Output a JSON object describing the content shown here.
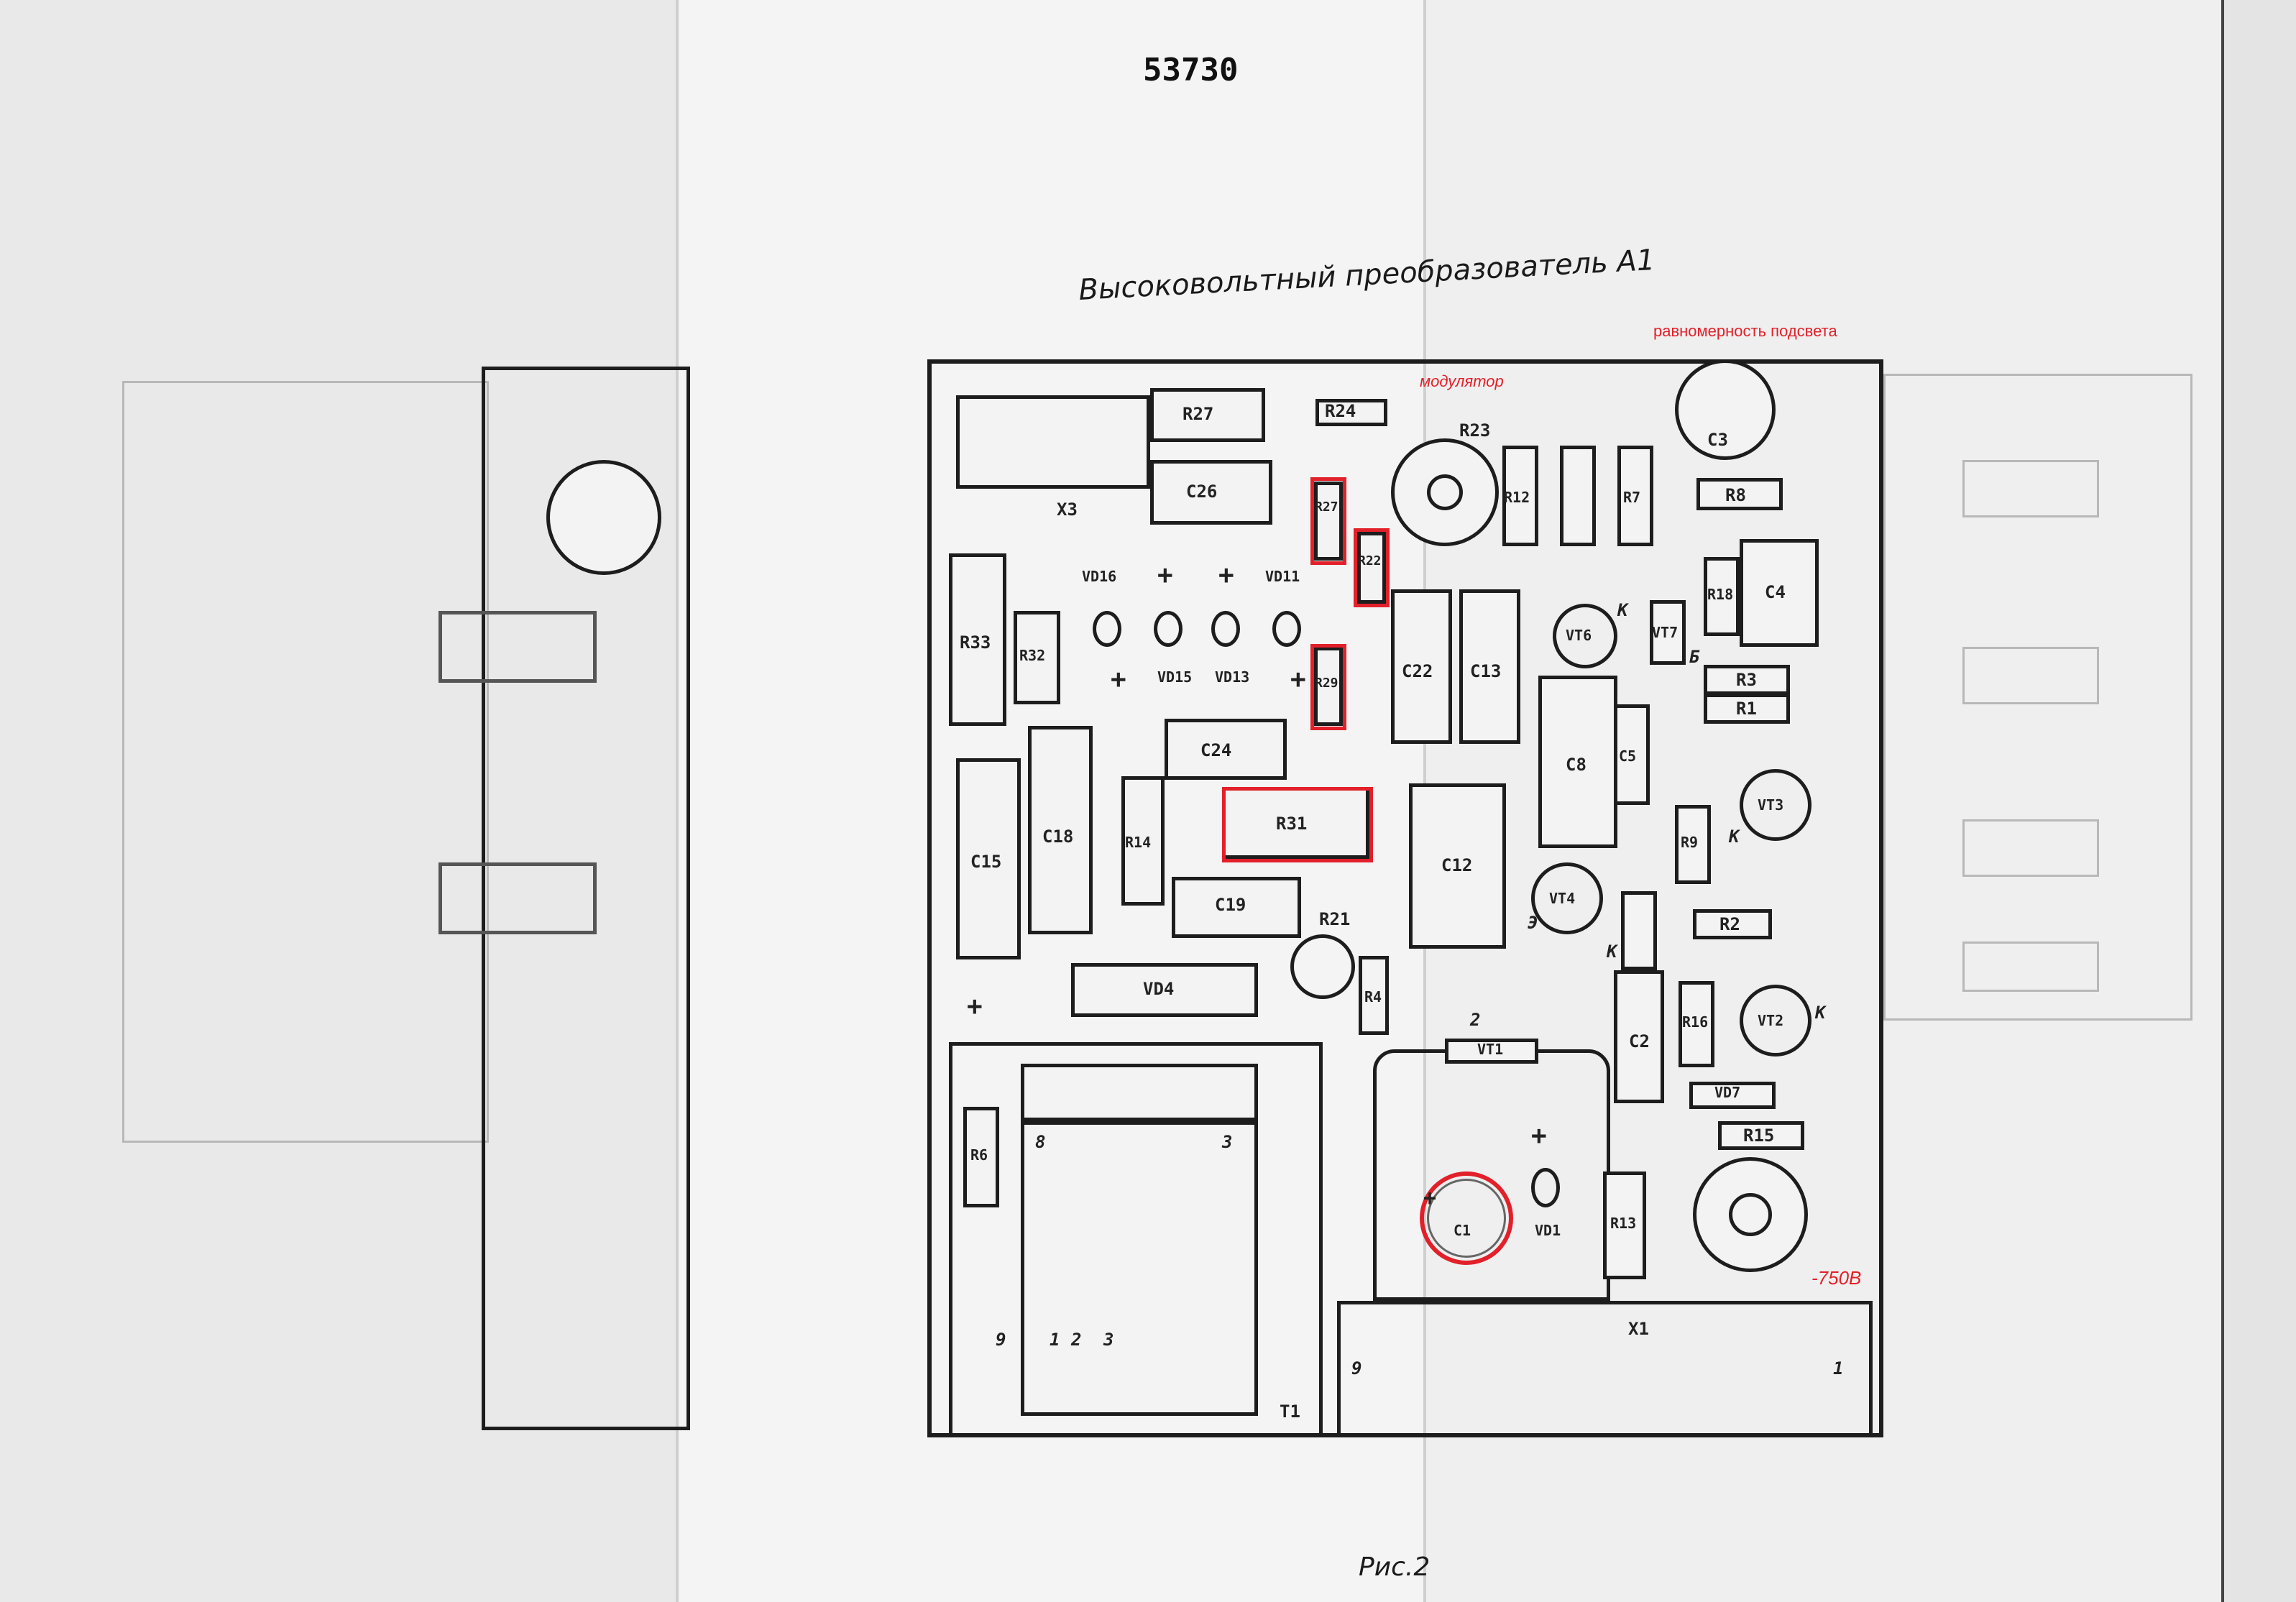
{
  "doc": {
    "page_number": "53730",
    "corner_mark": "",
    "title": "Высоковольтный преобразователь А1",
    "figure_caption": "Рис.2"
  },
  "annotations": {
    "uniformity": "равномерность подсвета",
    "modulator": "модулятор",
    "voltage": "-750В"
  },
  "colors": {
    "highlight": "#e2202a",
    "ink": "#1d1d1d",
    "paper": "#efefef"
  },
  "components": {
    "R24": "R24",
    "R27": "R27",
    "C26": "C26",
    "X3": "X3",
    "R23": "R23",
    "R12": "R12",
    "R7": "R7",
    "R8": "R8",
    "C3": "C3",
    "R29": "R29",
    "R22": "R22",
    "R33": "R33",
    "R32": "R32",
    "VD16": "VD16",
    "VD15": "VD15",
    "VD13": "VD13",
    "VD11": "VD11",
    "C22": "C22",
    "C13": "C13",
    "VT6": "VT6",
    "VT7": "VT7",
    "R18": "R18",
    "C4": "C4",
    "R3": "R3",
    "R1": "R1",
    "C24": "C24",
    "C15": "C15",
    "C18": "C18",
    "R14": "R14",
    "R31": "R31",
    "C12": "C12",
    "C8": "C8",
    "C5": "C5",
    "R9": "R9",
    "VT3": "VT3",
    "C19": "C19",
    "R21": "R21",
    "VT4": "VT4",
    "R2": "R2",
    "VD4": "VD4",
    "R4": "R4",
    "VT1": "VT1",
    "C2": "C2",
    "R16": "R16",
    "VT2": "VT2",
    "VD7": "VD7",
    "R15": "R15",
    "R6": "R6",
    "C1": "C1",
    "VD1": "VD1",
    "R13": "R13",
    "X1": "X1",
    "T1": "T1"
  },
  "pins": {
    "t1_8": "8",
    "t1_3": "3",
    "t1_9": "9",
    "t1_1": "1",
    "t1_2": "2",
    "t1_3b": "3",
    "x1_9": "9",
    "x1_1": "1",
    "vt1_2": "2",
    "k": "К",
    "e": "Э",
    "b": "Б",
    "plus": "+"
  }
}
